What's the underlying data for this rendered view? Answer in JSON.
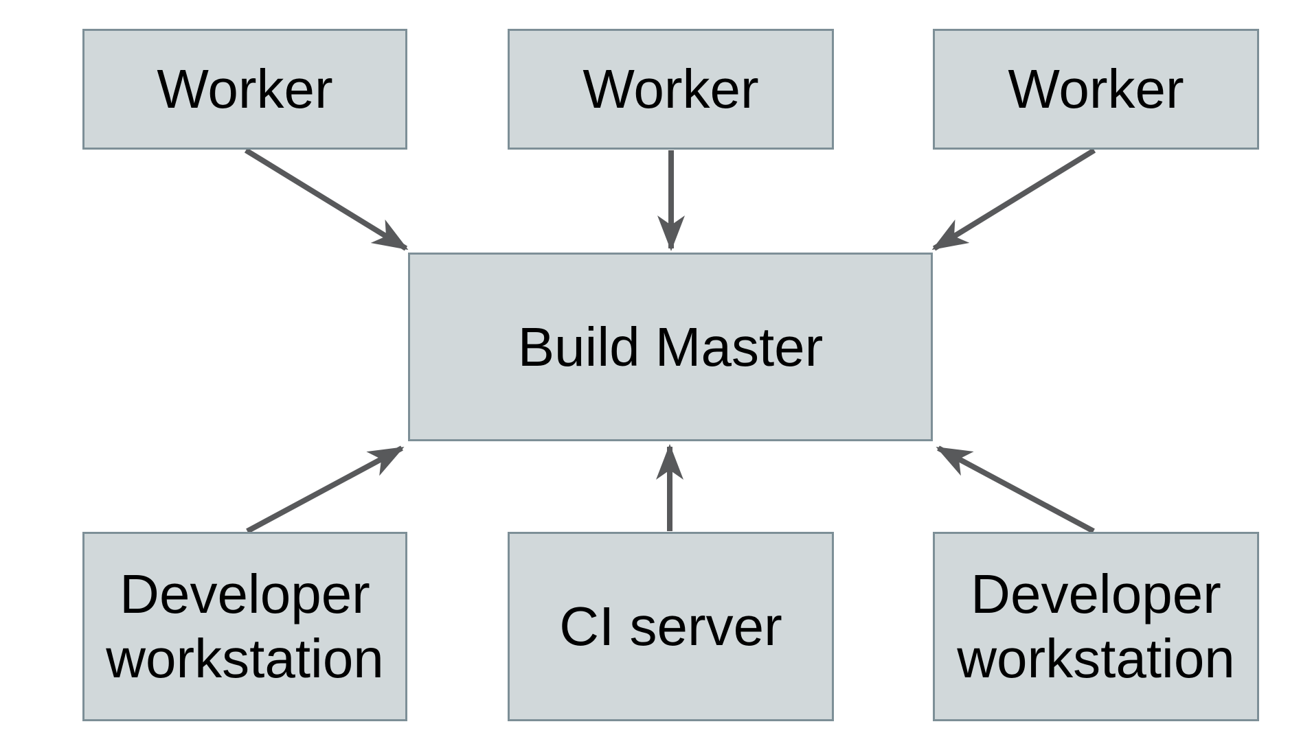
{
  "diagram": {
    "nodes": {
      "worker_1": {
        "label": "Worker"
      },
      "worker_2": {
        "label": "Worker"
      },
      "worker_3": {
        "label": "Worker"
      },
      "build_master": {
        "label": "Build Master"
      },
      "dev_workstation_left": {
        "label": "Developer workstation"
      },
      "ci_server": {
        "label": "CI server"
      },
      "dev_workstation_right": {
        "label": "Developer workstation"
      }
    },
    "edges": [
      {
        "from": "worker_1",
        "to": "build_master"
      },
      {
        "from": "worker_2",
        "to": "build_master"
      },
      {
        "from": "worker_3",
        "to": "build_master"
      },
      {
        "from": "dev_workstation_left",
        "to": "build_master"
      },
      {
        "from": "ci_server",
        "to": "build_master"
      },
      {
        "from": "dev_workstation_right",
        "to": "build_master"
      }
    ],
    "colors": {
      "node_fill": "#d1d8da",
      "node_border": "#7d8f97",
      "arrow": "#58595b",
      "label_text": "#000000",
      "background": "#ffffff"
    }
  }
}
